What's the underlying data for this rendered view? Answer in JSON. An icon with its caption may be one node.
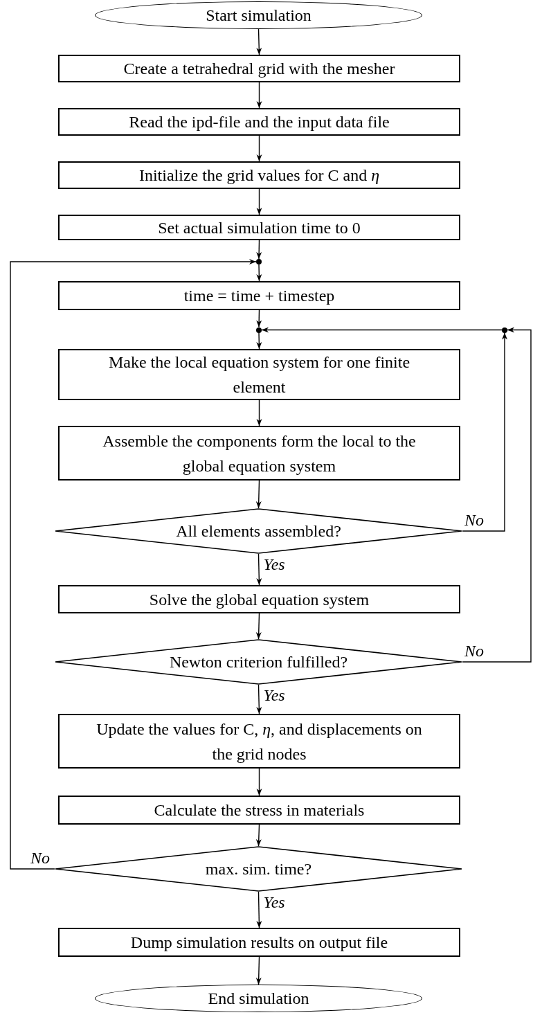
{
  "diagram": {
    "nodes": [
      {
        "text": [
          "Start simulation"
        ]
      },
      {
        "text": [
          "Create a tetrahedral grid with the mesher"
        ]
      },
      {
        "text": [
          "Read the ipd-file and the input data file"
        ]
      },
      {
        "text": [
          "Initialize the grid values for C and *η*"
        ]
      },
      {
        "text": [
          "Set actual simulation time to 0"
        ]
      },
      {
        "text": [],
        "shape": "circle"
      },
      {
        "text": [
          "time = time + timestep"
        ]
      },
      {
        "text": [],
        "shape": "circle"
      },
      {
        "text": [
          "Make the local equation system for one finite element"
        ]
      },
      {
        "text": [
          "Assemble the components form the local to the global equation system"
        ]
      },
      {
        "text": [
          "All elements assembled?"
        ]
      },
      {
        "text": [
          "Solve the global equation system"
        ]
      },
      {
        "text": [
          "Newton criterion fulfilled?"
        ]
      },
      {
        "text": [
          "Update the values for C, *η*, and displacements on the grid nodes"
        ]
      },
      {
        "text": [
          "Calculate the stress in materials"
        ]
      },
      {
        "text": [
          "max. sim. time?"
        ]
      },
      {
        "text": [
          "Dump simulation results on output file"
        ]
      },
      {
        "text": [
          "End simulation"
        ]
      },
      {
        "text": [],
        "shape": "circle"
      }
    ],
    "edges": [
      {
        "from": 0,
        "to": 1,
        "arrow": "to"
      },
      {
        "from": 1,
        "to": 2,
        "arrow": "to"
      },
      {
        "from": 2,
        "to": 3,
        "arrow": "to"
      },
      {
        "from": 3,
        "to": 4,
        "arrow": "to"
      },
      {
        "from": 4,
        "to": 5,
        "arrow": "to"
      },
      {
        "from": 5,
        "to": 6,
        "arrow": "to"
      },
      {
        "from": 6,
        "to": 7,
        "arrow": "to"
      },
      {
        "from": 7,
        "to": 8,
        "arrow": "to"
      },
      {
        "from": 8,
        "to": 9,
        "arrow": "to"
      },
      {
        "from": 9,
        "to": 10,
        "arrow": "to"
      },
      {
        "from": 10,
        "to": 11,
        "arrow": "to",
        "label": "Yes"
      },
      {
        "from": 11,
        "to": 12,
        "arrow": "to"
      },
      {
        "from": 12,
        "to": 13,
        "arrow": "to",
        "label": "Yes"
      },
      {
        "from": 13,
        "to": 14,
        "arrow": "to"
      },
      {
        "from": 14,
        "to": 15,
        "arrow": "to"
      },
      {
        "from": 15,
        "to": 16,
        "arrow": "to",
        "label": "Yes"
      },
      {
        "from": 16,
        "to": 17,
        "arrow": "to"
      },
      {
        "from": 10,
        "to": 18,
        "arrow": "to",
        "label": "No"
      },
      {
        "from": 12,
        "to": 18,
        "arrow": "to",
        "label": "No"
      },
      {
        "from": 18,
        "to": 7,
        "arrow": "to"
      },
      {
        "from": 15,
        "to": 5,
        "arrow": "to",
        "label": "No"
      }
    ]
  }
}
